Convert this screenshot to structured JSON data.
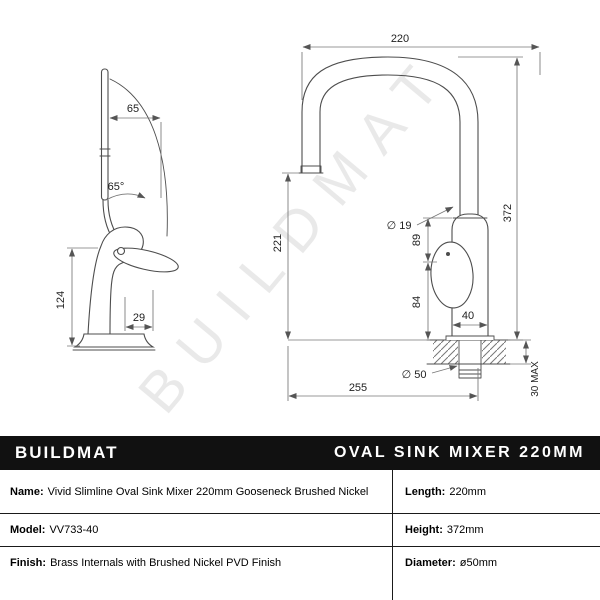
{
  "watermark": {
    "text": "BUILDMAT"
  },
  "title_bar": {
    "brand": "BUILDMAT",
    "product": "OVAL SINK MIXER 220MM",
    "bg": "#111111",
    "fg": "#ffffff"
  },
  "specs": {
    "left": [
      {
        "label": "Name:",
        "value": "Vivid Slimline Oval Sink Mixer 220mm Gooseneck Brushed Nickel"
      },
      {
        "label": "Model:",
        "value": "VV733-40"
      },
      {
        "label": "Finish:",
        "value": "Brass Internals with Brushed Nickel PVD Finish"
      }
    ],
    "right": [
      {
        "label": "Length:",
        "value": "220mm"
      },
      {
        "label": "Height:",
        "value": "372mm"
      },
      {
        "label": "Diameter:",
        "value": "ø50mm"
      }
    ]
  },
  "drawing": {
    "side_view": {
      "lever_height": "65",
      "lever_angle": "65°",
      "body_height": "124",
      "base_offset": "29"
    },
    "front_view": {
      "reach": "220",
      "height": "372",
      "clearance": "221",
      "spout_diameter": "∅ 19",
      "upper_body": "89",
      "lower_body": "84",
      "body_width": "40",
      "base_diameter": "∅ 50",
      "overall_depth": "255",
      "deck_max": "30 MAX"
    }
  }
}
